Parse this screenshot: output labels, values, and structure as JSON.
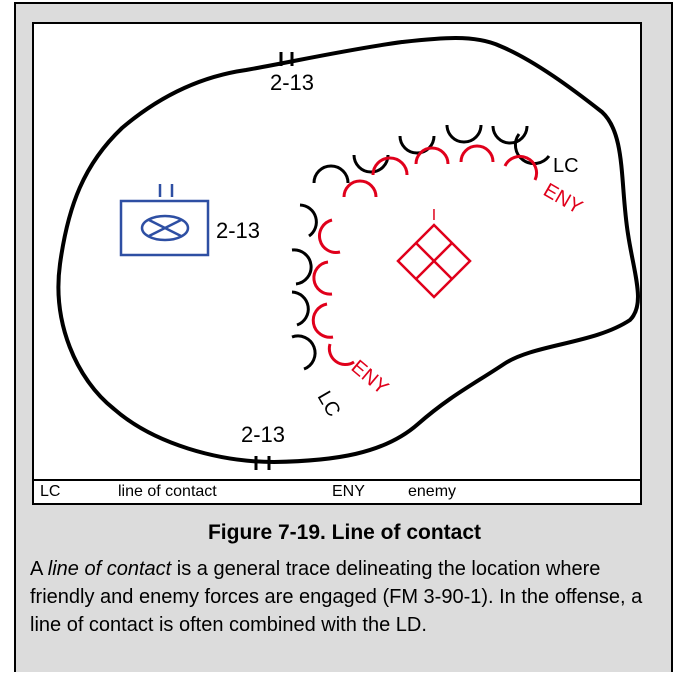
{
  "diagram": {
    "labels": {
      "echelon_top": "2-13",
      "echelon_left": "2-13",
      "echelon_bottom": "2-13",
      "lc_top": "LC",
      "lc_bottom": "LC",
      "eny_top": "ENY",
      "eny_bottom": "ENY",
      "enemy_echelon": "I"
    },
    "colors": {
      "boundary": "#000000",
      "friendly_unit": "#2e4fa3",
      "enemy": "#e0001b",
      "frame_background": "#dcdcdc"
    }
  },
  "legend": {
    "items": [
      {
        "abbr": "LC",
        "meaning": "line of contact"
      },
      {
        "abbr": "ENY",
        "meaning": "enemy"
      }
    ]
  },
  "caption": "Figure 7-19. Line of contact",
  "body": {
    "prefix": "A ",
    "term": "line of contact",
    "rest": " is a general trace delineating the location where friendly and enemy forces are engaged (FM 3-90-1). In the offense, a line of contact is often combined with the LD."
  }
}
